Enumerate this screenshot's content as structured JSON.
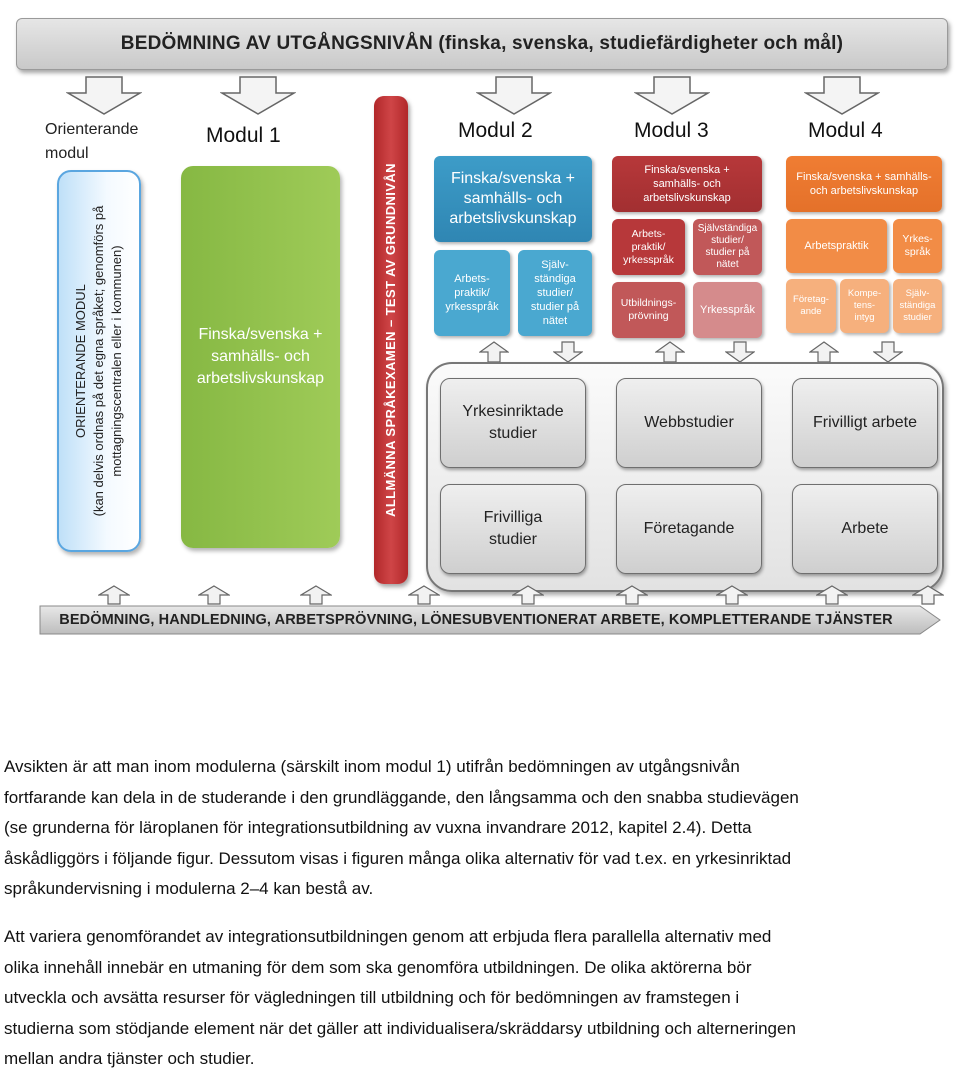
{
  "banner": {
    "title": "BEDÖMNING AV UTGÅNGSNIVÅN (finska, svenska, studiefärdigheter och mål)"
  },
  "orientation": {
    "title_line1": "Orienterande",
    "title_line2": "modul",
    "vertical_line1": "ORIENTERANDE MODUL",
    "vertical_line2": "(kan delvis ordnas på det egna språket; genomförs på",
    "vertical_line3": "mottagningscentralen eller i kommunen)"
  },
  "module1": {
    "title": "Modul 1",
    "line1": "Finska/svenska +",
    "line2": "samhälls- och",
    "line3": "arbetslivskunskap"
  },
  "language_test": {
    "label": "ALLMÄNNA SPRÅKEXAMEN – TEST AV GRUNDNIVÅN"
  },
  "module2": {
    "title": "Modul 2",
    "main": {
      "line1": "Finska/svenska +",
      "line2": "samhälls- och",
      "line3": "arbetslivskunskap"
    },
    "box_a": {
      "line1": "Arbets-",
      "line2": "praktik/",
      "line3": "yrkesspråk"
    },
    "box_b": {
      "line1": "Själv-",
      "line2": "ständiga",
      "line3": "studier/",
      "line4": "studier på",
      "line5": "nätet"
    }
  },
  "module3": {
    "title": "Modul 3",
    "main": {
      "line1": "Finska/svenska +",
      "line2": "samhälls- och",
      "line3": "arbetslivskunskap"
    },
    "box_a": {
      "line1": "Arbets-",
      "line2": "praktik/",
      "line3": "yrkesspråk"
    },
    "box_b": {
      "line1": "Självständiga",
      "line2": "studier/",
      "line3": "studier på",
      "line4": "nätet"
    },
    "box_c": {
      "line1": "Utbildnings-",
      "line2": "prövning"
    },
    "box_d": {
      "line1": "Yrkesspråk"
    }
  },
  "module4": {
    "title": "Modul 4",
    "main": {
      "line1": "Finska/svenska + samhälls-",
      "line2": "och arbetslivskunskap"
    },
    "box_a": {
      "line1": "Arbetspraktik"
    },
    "box_b": {
      "line1": "Yrkes-",
      "line2": "språk"
    },
    "box_c": {
      "line1": "Företag-",
      "line2": "ande"
    },
    "box_d": {
      "line1": "Kompe-",
      "line2": "tens-",
      "line3": "intyg"
    },
    "box_e": {
      "line1": "Själv-",
      "line2": "ständiga",
      "line3": "studier"
    }
  },
  "activities": {
    "yrkesinriktade": {
      "line1": "Yrkesinriktade",
      "line2": "studier"
    },
    "webbstudier": {
      "line1": "Webbstudier"
    },
    "frivilligt_arbete": {
      "line1": "Frivilligt arbete"
    },
    "frivilliga_studier": {
      "line1": "Frivilliga",
      "line2": "studier"
    },
    "foretagande": {
      "line1": "Företagande"
    },
    "arbete": {
      "line1": "Arbete"
    }
  },
  "bottom_bar": {
    "label": "BEDÖMNING, HANDLEDNING, ARBETSPRÖVNING, LÖNESUBVENTIONERAT ARBETE, KOMPLETTERANDE TJÄNSTER"
  },
  "text": {
    "p1_line1": "Avsikten är att man inom modulerna (särskilt inom modul 1) utifrån bedömningen av utgångsnivån",
    "p1_line2": "fortfarande kan dela in de studerande i den grundläggande, den långsamma och den snabba studievägen",
    "p1_line3": "(se grunderna för läroplanen för integrationsutbildning av vuxna invandrare 2012, kapitel 2.4). Detta",
    "p1_line4": "åskådliggörs i följande figur. Dessutom visas i figuren många olika alternativ för vad t.ex. en yrkesinriktad",
    "p1_line5": "språkundervisning i modulerna 2–4 kan bestå av.",
    "p2_line1": "Att variera genomförandet av integrationsutbildningen genom att erbjuda flera parallella alternativ med",
    "p2_line2": "olika innehåll innebär en utmaning för dem som ska genomföra utbildningen. De olika aktörerna bör",
    "p2_line3": "utveckla och avsätta resurser för vägledningen till utbildning och för bedömningen av framstegen i",
    "p2_line4": "studierna som stödjande element när det gäller att individualisera/skräddarsy utbildning och alterneringen",
    "p2_line5": "mellan andra tjänster och studier."
  },
  "colors": {
    "module1": "#92c24e",
    "module2": "#3a96c4",
    "module3": "#b7383a",
    "module4": "#f07d33",
    "test_bar": "#c0393b",
    "orientation_border": "#5aa6e0"
  }
}
